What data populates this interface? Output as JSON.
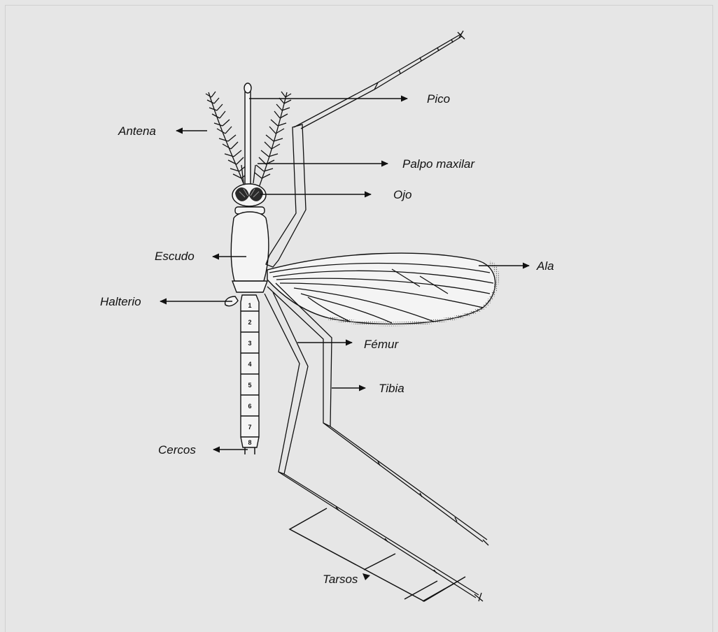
{
  "colors": {
    "background": "#e6e6e6",
    "ink": "#111111"
  },
  "labels": {
    "pico": "Pico",
    "antena": "Antena",
    "palpo_maxilar": "Palpo maxilar",
    "ojo": "Ojo",
    "escudo": "Escudo",
    "ala": "Ala",
    "halterio": "Halterio",
    "femur": "Fémur",
    "tibia": "Tibia",
    "cercos": "Cercos",
    "tarsos": "Tarsos"
  },
  "abdomen_segments": [
    "1",
    "2",
    "3",
    "4",
    "5",
    "6",
    "7",
    "8"
  ]
}
